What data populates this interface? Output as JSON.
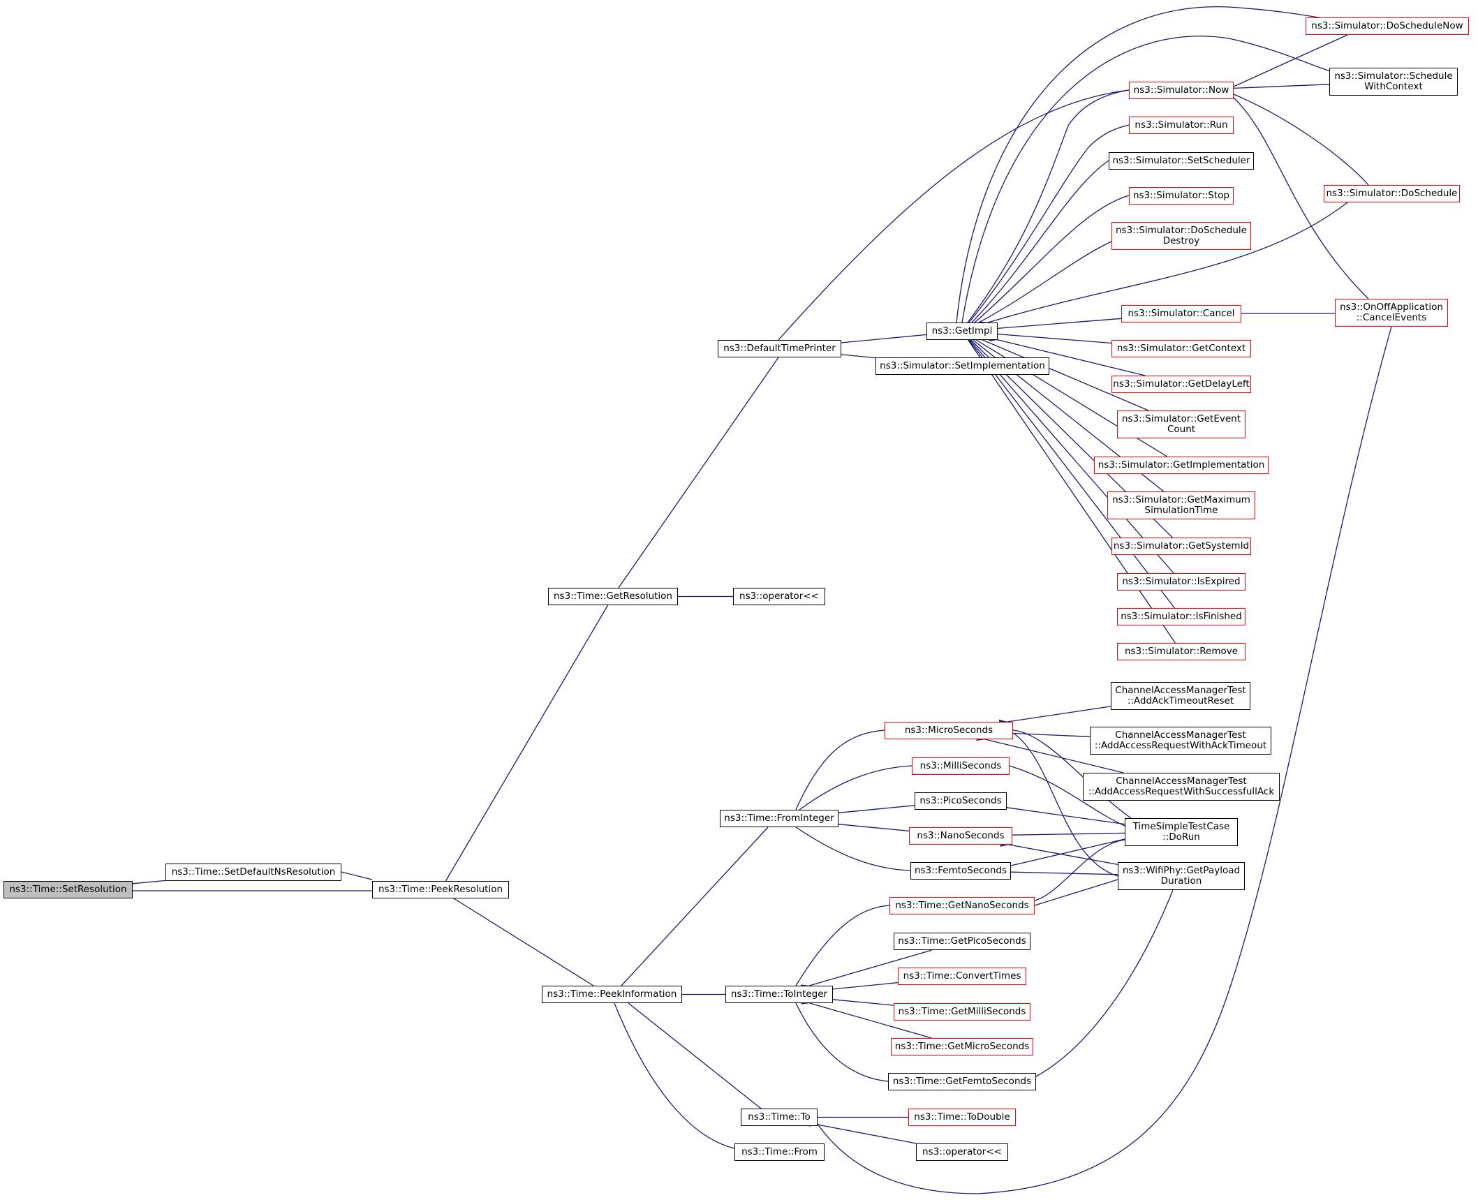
{
  "diagram": {
    "colors": {
      "edge": "#191970",
      "node_border": "#000000",
      "truncated_border": "#ff0000",
      "focus_fill": "#bfbfbf"
    },
    "nodes": [
      {
        "id": "setres",
        "lines": [
          "ns3::Time::SetResolution"
        ],
        "style": "focus"
      },
      {
        "id": "setdef",
        "lines": [
          "ns3::Time::SetDefaultNsResolution"
        ],
        "style": "normal"
      },
      {
        "id": "peekres",
        "lines": [
          "ns3::Time::PeekResolution"
        ],
        "style": "normal"
      },
      {
        "id": "getres",
        "lines": [
          "ns3::Time::GetResolution"
        ],
        "style": "normal"
      },
      {
        "id": "opres",
        "lines": [
          "ns3::operator<<"
        ],
        "style": "normal"
      },
      {
        "id": "defprinter",
        "lines": [
          "ns3::DefaultTimePrinter"
        ],
        "style": "normal"
      },
      {
        "id": "getimpl",
        "lines": [
          "ns3::GetImpl"
        ],
        "style": "normal"
      },
      {
        "id": "setimpl",
        "lines": [
          "ns3::Simulator::SetImplementation"
        ],
        "style": "normal"
      },
      {
        "id": "now",
        "lines": [
          "ns3::Simulator::Now"
        ],
        "style": "red"
      },
      {
        "id": "run",
        "lines": [
          "ns3::Simulator::Run"
        ],
        "style": "red"
      },
      {
        "id": "setsched",
        "lines": [
          "ns3::Simulator::SetScheduler"
        ],
        "style": "normal"
      },
      {
        "id": "stop",
        "lines": [
          "ns3::Simulator::Stop"
        ],
        "style": "red"
      },
      {
        "id": "dosd",
        "lines": [
          "ns3::Simulator::DoSchedule",
          "Destroy"
        ],
        "style": "red"
      },
      {
        "id": "cancel",
        "lines": [
          "ns3::Simulator::Cancel"
        ],
        "style": "red"
      },
      {
        "id": "getctx",
        "lines": [
          "ns3::Simulator::GetContext"
        ],
        "style": "red"
      },
      {
        "id": "getdelay",
        "lines": [
          "ns3::Simulator::GetDelayLeft"
        ],
        "style": "red"
      },
      {
        "id": "getevc",
        "lines": [
          "ns3::Simulator::GetEvent",
          "Count"
        ],
        "style": "red"
      },
      {
        "id": "getimpl2",
        "lines": [
          "ns3::Simulator::GetImplementation"
        ],
        "style": "red"
      },
      {
        "id": "getmax",
        "lines": [
          "ns3::Simulator::GetMaximum",
          "SimulationTime"
        ],
        "style": "red"
      },
      {
        "id": "getsys",
        "lines": [
          "ns3::Simulator::GetSystemId"
        ],
        "style": "red"
      },
      {
        "id": "isexp",
        "lines": [
          "ns3::Simulator::IsExpired"
        ],
        "style": "red"
      },
      {
        "id": "isfin",
        "lines": [
          "ns3::Simulator::IsFinished"
        ],
        "style": "red"
      },
      {
        "id": "remove",
        "lines": [
          "ns3::Simulator::Remove"
        ],
        "style": "red"
      },
      {
        "id": "dosn",
        "lines": [
          "ns3::Simulator::DoScheduleNow"
        ],
        "style": "red"
      },
      {
        "id": "swc",
        "lines": [
          "ns3::Simulator::Schedule",
          "WithContext"
        ],
        "style": "normal"
      },
      {
        "id": "dos",
        "lines": [
          "ns3::Simulator::DoSchedule"
        ],
        "style": "red"
      },
      {
        "id": "onoff",
        "lines": [
          "ns3::OnOffApplication",
          "::CancelEvents"
        ],
        "style": "red"
      },
      {
        "id": "peekinfo",
        "lines": [
          "ns3::Time::PeekInformation"
        ],
        "style": "normal"
      },
      {
        "id": "fromint",
        "lines": [
          "ns3::Time::FromInteger"
        ],
        "style": "normal"
      },
      {
        "id": "toint",
        "lines": [
          "ns3::Time::ToInteger"
        ],
        "style": "normal"
      },
      {
        "id": "to",
        "lines": [
          "ns3::Time::To"
        ],
        "style": "normal"
      },
      {
        "id": "from",
        "lines": [
          "ns3::Time::From"
        ],
        "style": "normal"
      },
      {
        "id": "micro",
        "lines": [
          "ns3::MicroSeconds"
        ],
        "style": "red"
      },
      {
        "id": "milli",
        "lines": [
          "ns3::MilliSeconds"
        ],
        "style": "red"
      },
      {
        "id": "pico",
        "lines": [
          "ns3::PicoSeconds"
        ],
        "style": "normal"
      },
      {
        "id": "nano",
        "lines": [
          "ns3::NanoSeconds"
        ],
        "style": "red"
      },
      {
        "id": "femto",
        "lines": [
          "ns3::FemtoSeconds"
        ],
        "style": "normal"
      },
      {
        "id": "camt1",
        "lines": [
          "ChannelAccessManagerTest",
          "::AddAckTimeoutReset"
        ],
        "style": "normal"
      },
      {
        "id": "camt2",
        "lines": [
          "ChannelAccessManagerTest",
          "::AddAccessRequestWithAckTimeout"
        ],
        "style": "normal"
      },
      {
        "id": "camt3",
        "lines": [
          "ChannelAccessManagerTest",
          "::AddAccessRequestWithSuccessfullAck"
        ],
        "style": "normal"
      },
      {
        "id": "tstc",
        "lines": [
          "TimeSimpleTestCase",
          "::DoRun"
        ],
        "style": "normal"
      },
      {
        "id": "wifi",
        "lines": [
          "ns3::WifiPhy::GetPayload",
          "Duration"
        ],
        "style": "normal"
      },
      {
        "id": "getnano",
        "lines": [
          "ns3::Time::GetNanoSeconds"
        ],
        "style": "red"
      },
      {
        "id": "getpico",
        "lines": [
          "ns3::Time::GetPicoSeconds"
        ],
        "style": "normal"
      },
      {
        "id": "convert",
        "lines": [
          "ns3::Time::ConvertTimes"
        ],
        "style": "red"
      },
      {
        "id": "getmilli",
        "lines": [
          "ns3::Time::GetMilliSeconds"
        ],
        "style": "red"
      },
      {
        "id": "getmicro",
        "lines": [
          "ns3::Time::GetMicroSeconds"
        ],
        "style": "red"
      },
      {
        "id": "getfemto",
        "lines": [
          "ns3::Time::GetFemtoSeconds"
        ],
        "style": "normal"
      },
      {
        "id": "todouble",
        "lines": [
          "ns3::Time::ToDouble"
        ],
        "style": "red"
      },
      {
        "id": "opto",
        "lines": [
          "ns3::operator<<"
        ],
        "style": "normal"
      }
    ],
    "edges": [
      [
        "setres",
        "setdef"
      ],
      [
        "setres",
        "peekres"
      ],
      [
        "setdef",
        "peekres"
      ],
      [
        "peekres",
        "getres"
      ],
      [
        "peekres",
        "peekinfo"
      ],
      [
        "getres",
        "opres"
      ],
      [
        "getres",
        "defprinter"
      ],
      [
        "defprinter",
        "getimpl"
      ],
      [
        "defprinter",
        "setimpl"
      ],
      [
        "defprinter",
        "now"
      ],
      [
        "getimpl",
        "now"
      ],
      [
        "getimpl",
        "run"
      ],
      [
        "getimpl",
        "setsched"
      ],
      [
        "getimpl",
        "stop"
      ],
      [
        "getimpl",
        "dosd"
      ],
      [
        "getimpl",
        "dosn"
      ],
      [
        "getimpl",
        "swc"
      ],
      [
        "getimpl",
        "dos"
      ],
      [
        "getimpl",
        "cancel"
      ],
      [
        "getimpl",
        "getctx"
      ],
      [
        "getimpl",
        "getdelay"
      ],
      [
        "getimpl",
        "getevc"
      ],
      [
        "getimpl",
        "getimpl2"
      ],
      [
        "getimpl",
        "getmax"
      ],
      [
        "getimpl",
        "getsys"
      ],
      [
        "getimpl",
        "isexp"
      ],
      [
        "getimpl",
        "isfin"
      ],
      [
        "getimpl",
        "remove"
      ],
      [
        "now",
        "dosn"
      ],
      [
        "now",
        "swc"
      ],
      [
        "now",
        "dos"
      ],
      [
        "now",
        "onoff"
      ],
      [
        "cancel",
        "onoff"
      ],
      [
        "peekinfo",
        "fromint"
      ],
      [
        "peekinfo",
        "toint"
      ],
      [
        "peekinfo",
        "to"
      ],
      [
        "peekinfo",
        "from"
      ],
      [
        "fromint",
        "micro"
      ],
      [
        "fromint",
        "milli"
      ],
      [
        "fromint",
        "pico"
      ],
      [
        "fromint",
        "nano"
      ],
      [
        "fromint",
        "femto"
      ],
      [
        "micro",
        "camt1"
      ],
      [
        "micro",
        "camt2"
      ],
      [
        "micro",
        "camt3"
      ],
      [
        "micro",
        "tstc"
      ],
      [
        "micro",
        "wifi"
      ],
      [
        "milli",
        "tstc"
      ],
      [
        "pico",
        "tstc"
      ],
      [
        "nano",
        "tstc"
      ],
      [
        "nano",
        "wifi"
      ],
      [
        "femto",
        "tstc"
      ],
      [
        "femto",
        "wifi"
      ],
      [
        "toint",
        "getnano"
      ],
      [
        "toint",
        "getpico"
      ],
      [
        "toint",
        "convert"
      ],
      [
        "toint",
        "getmilli"
      ],
      [
        "toint",
        "getmicro"
      ],
      [
        "toint",
        "getfemto"
      ],
      [
        "getnano",
        "tstc"
      ],
      [
        "getnano",
        "wifi"
      ],
      [
        "getfemto",
        "wifi"
      ],
      [
        "to",
        "todouble"
      ],
      [
        "to",
        "opto"
      ],
      [
        "to",
        "onoff"
      ]
    ]
  }
}
